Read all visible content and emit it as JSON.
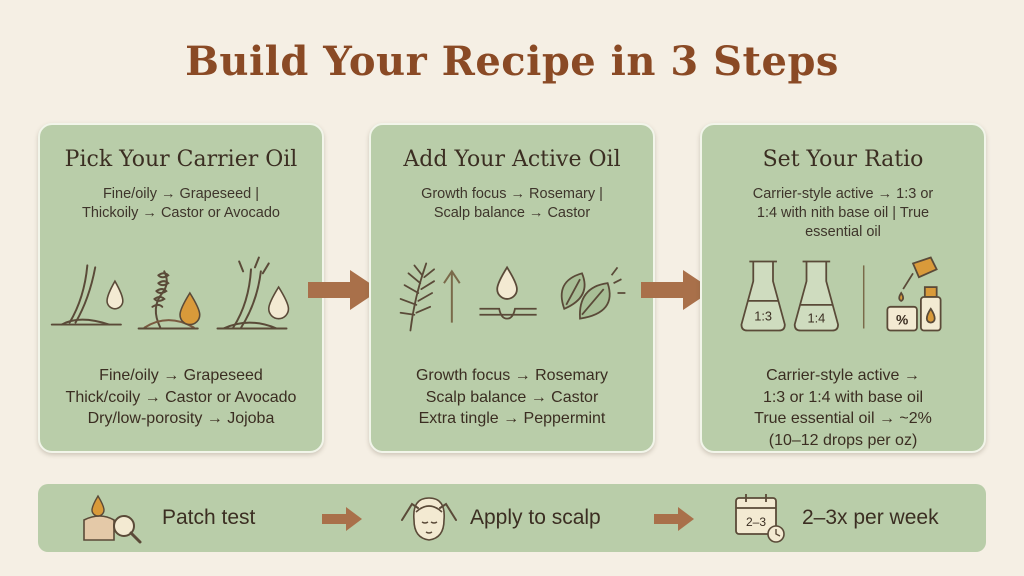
{
  "title": "Build Your Recipe in 3 Steps",
  "colors": {
    "background": "#f5efe4",
    "card": "#b9cda9",
    "title": "#8a4a25",
    "arrow": "#a9704a",
    "oil_drop": "#d99a3a"
  },
  "steps": [
    {
      "heading": "Pick Your Carrier Oil",
      "subtitle": [
        "Fine/oily → Grapeseed |",
        "Thickoily → Castor or Avocado"
      ],
      "icons": [
        "fine-hair-strand-icon",
        "coily-hair-strand-icon",
        "thick-hair-strand-icon",
        "oil-drop-icon"
      ],
      "items": [
        "Fine/oily → Grapeseed",
        "Thick/coily → Castor or Avocado",
        "Dry/low-porosity → Jojoba"
      ]
    },
    {
      "heading": "Add Your Active Oil",
      "subtitle": [
        "Growth focus → Rosemary |",
        "Scalp balance → Castor"
      ],
      "icons": [
        "rosemary-sprig-icon",
        "growth-arrow-icon",
        "scalp-drop-icon",
        "mint-leaf-icon"
      ],
      "items": [
        "Growth focus → Rosemary",
        "Scalp balance → Castor",
        "Extra tingle → Peppermint"
      ]
    },
    {
      "heading": "Set Your Ratio",
      "subtitle": [
        "Carrier-style active → 1:3 or",
        "1:4 with nith base oil | True",
        "essential oil"
      ],
      "icons": [
        "beaker-icon",
        "beaker-icon",
        "dropper-bottle-icon"
      ],
      "beaker_labels": [
        "1:3",
        "1:4"
      ],
      "percent_symbol": "%",
      "items": [
        "Carrier-style active →",
        "1:3 or 1:4 with base oil",
        "True essential oil → ~2%",
        "(10–12 drops per oz)"
      ]
    }
  ],
  "process": [
    {
      "icon": "patch-test-magnifier-icon",
      "label": "Patch test"
    },
    {
      "icon": "scalp-massage-icon",
      "label": "Apply to scalp"
    },
    {
      "icon": "calendar-icon",
      "label": "2–3x per week",
      "calendar_text": "2–3"
    }
  ]
}
